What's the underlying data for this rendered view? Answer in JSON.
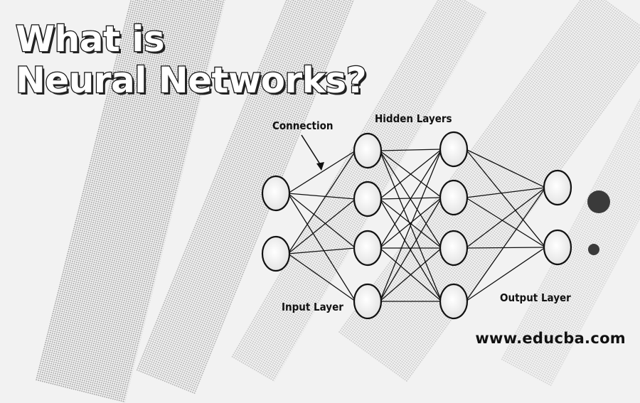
{
  "title": {
    "line1": "What is",
    "line2": "Neural Networks?"
  },
  "diagram": {
    "labels": {
      "connection": "Connection",
      "hidden_layers": "Hidden Layers",
      "input_layer": "Input Layer",
      "output_layer": "Output Layer"
    },
    "layers": [
      {
        "name": "input",
        "nodes": 2
      },
      {
        "name": "hidden-1",
        "nodes": 4
      },
      {
        "name": "hidden-2",
        "nodes": 4
      },
      {
        "name": "output",
        "nodes": 2
      }
    ],
    "output_dots": 2
  },
  "watermark": "www.educba.com",
  "colors": {
    "ink": "#111111",
    "node_fill": "#ffffff",
    "background": "#f2f2f2"
  }
}
